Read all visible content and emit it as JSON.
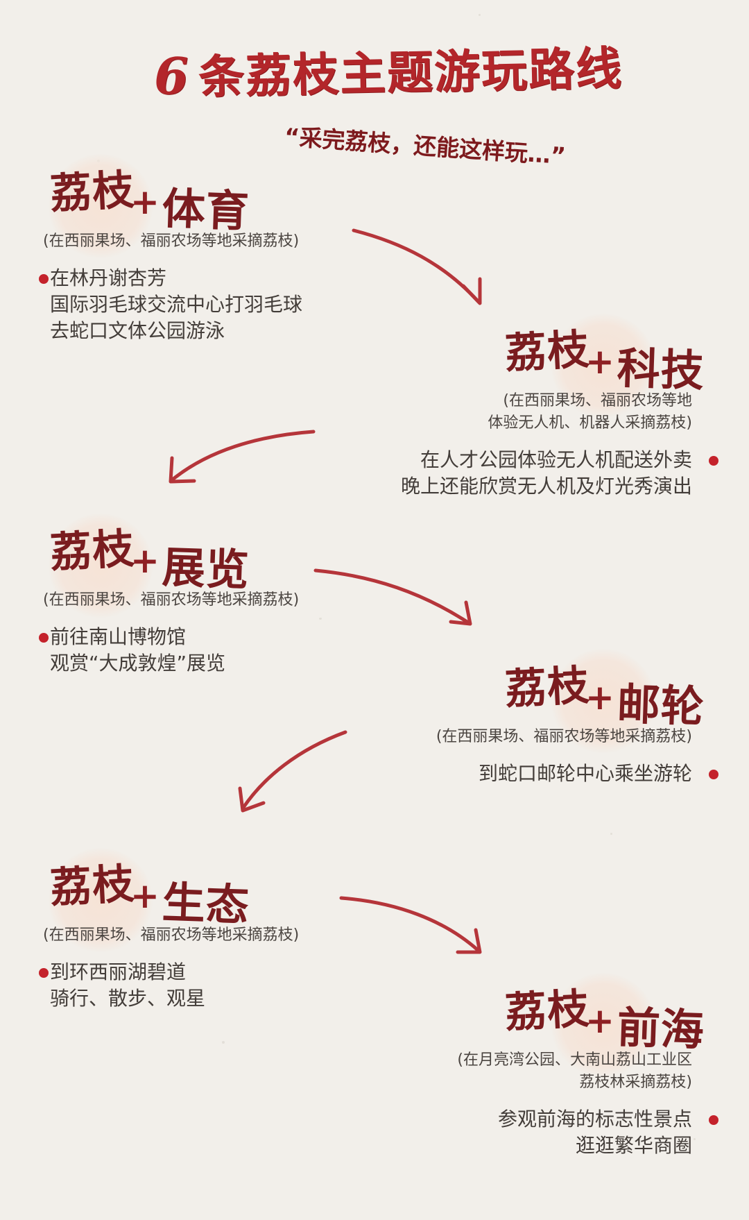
{
  "title": {
    "number": "6",
    "text": "条荔枝主题游玩路线"
  },
  "subtitle": "“采完荔枝，还能这样玩…”",
  "colors": {
    "title_red": "#b3262a",
    "heading_maroon": "#7a1c1f",
    "arrow_red": "#b5353a",
    "dot_red": "#c4222b",
    "paper": "#f2efea"
  },
  "routes": [
    {
      "head": "荔枝",
      "plus": "+",
      "theme": "体育",
      "note": [
        "(在西丽果场、福丽农场等地采摘荔枝)"
      ],
      "desc": [
        "在林丹谢杏芳",
        "国际羽毛球交流中心打羽毛球",
        "去蛇口文体公园游泳"
      ]
    },
    {
      "head": "荔枝",
      "plus": "+",
      "theme": "科技",
      "note": [
        "(在西丽果场、福丽农场等地",
        "体验无人机、机器人采摘荔枝)"
      ],
      "desc": [
        "在人才公园体验无人机配送外卖",
        "晚上还能欣赏无人机及灯光秀演出"
      ]
    },
    {
      "head": "荔枝",
      "plus": "+",
      "theme": "展览",
      "note": [
        "(在西丽果场、福丽农场等地采摘荔枝)"
      ],
      "desc": [
        "前往南山博物馆",
        "观赏“大成敦煌”展览"
      ]
    },
    {
      "head": "荔枝",
      "plus": "+",
      "theme": "邮轮",
      "note": [
        "(在西丽果场、福丽农场等地采摘荔枝)"
      ],
      "desc": [
        "到蛇口邮轮中心乘坐游轮"
      ]
    },
    {
      "head": "荔枝",
      "plus": "+",
      "theme": "生态",
      "note": [
        "(在西丽果场、福丽农场等地采摘荔枝)"
      ],
      "desc": [
        "到环西丽湖碧道",
        "骑行、散步、观星"
      ]
    },
    {
      "head": "荔枝",
      "plus": "+",
      "theme": "前海",
      "note": [
        "(在月亮湾公园、大南山荔山工业区",
        "荔枝林采摘荔枝)"
      ],
      "desc": [
        "参观前海的标志性景点",
        "逛逛繁华商圈"
      ]
    }
  ]
}
